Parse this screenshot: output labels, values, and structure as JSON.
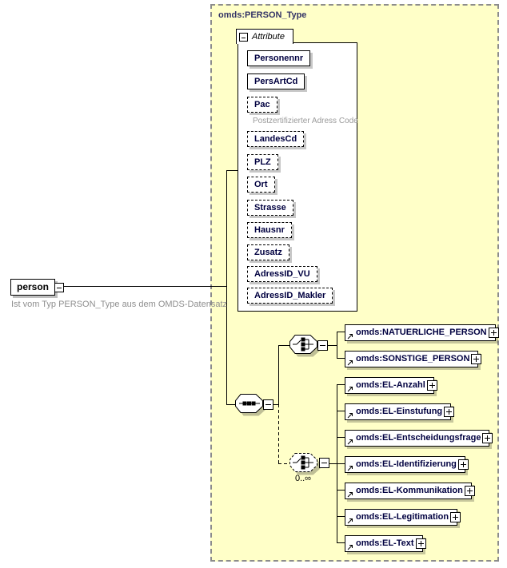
{
  "root": {
    "label": "person",
    "caption": "Ist vom Typ PERSON_Type aus dem OMDS-Datensatz"
  },
  "type_container": {
    "label": "omds:PERSON_Type"
  },
  "attributes": {
    "header": "Attribute",
    "items": [
      {
        "label": "Personennr"
      },
      {
        "label": "PersArtCd"
      },
      {
        "label": "Pac",
        "note": "Postzertifizierter Adress Code"
      },
      {
        "label": "LandesCd"
      },
      {
        "label": "PLZ"
      },
      {
        "label": "Ort"
      },
      {
        "label": "Strasse"
      },
      {
        "label": "Hausnr"
      },
      {
        "label": "Zusatz"
      },
      {
        "label": "AdressID_VU"
      },
      {
        "label": "AdressID_Makler"
      }
    ]
  },
  "choice_person": {
    "items": [
      {
        "label": "omds:NATUERLICHE_PERSON"
      },
      {
        "label": "omds:SONSTIGE_PERSON"
      }
    ]
  },
  "choice_el": {
    "occurrence": "0..∞",
    "items": [
      {
        "label": "omds:EL-Anzahl"
      },
      {
        "label": "omds:EL-Einstufung"
      },
      {
        "label": "omds:EL-Entscheidungsfrage"
      },
      {
        "label": "omds:EL-Identifizierung"
      },
      {
        "label": "omds:EL-Kommunikation"
      },
      {
        "label": "omds:EL-Legitimation"
      },
      {
        "label": "omds:EL-Text"
      }
    ]
  },
  "colors": {
    "container_bg": "#ffffc8",
    "container_border": "#8c8c8c",
    "type_label": "#333366"
  }
}
